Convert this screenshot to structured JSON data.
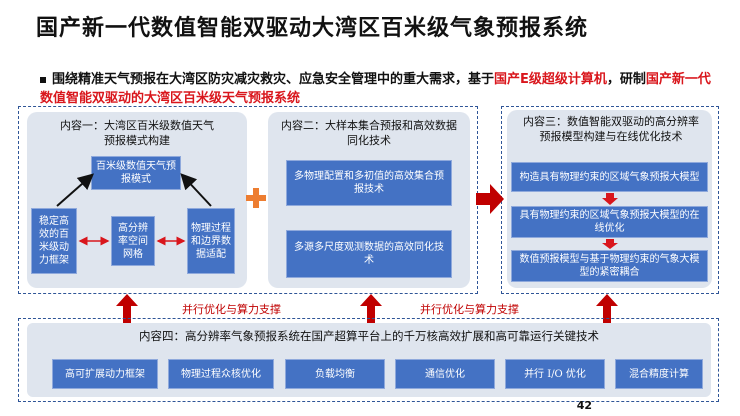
{
  "title": "国产新一代数值智能双驱动大湾区百米级气象预报系统",
  "intro": {
    "part1": "围绕精准天气预报在大湾区防灾减灾救灾、应急安全管理中的重大需求，基于",
    "part2_red": "国产E级超级计算机",
    "part3": "，研制",
    "part4_red": "国产新一代数值智能双驱动的大湾区百米级天气预报系统"
  },
  "panel1": {
    "title": "内容一：大湾区百米级数值天气预报模式构建",
    "top_box": "百米级数值天气预报模式",
    "left_box": "稳定高效的百米级动力框架",
    "mid_box": "高分辨率空间网格",
    "right_box": "物理过程和边界数据适配"
  },
  "panel2": {
    "title": "内容二：大样本集合预报和高效数据同化技术",
    "box1": "多物理配置和多初值的高效集合预报技术",
    "box2": "多源多尺度观测数据的高效同化技术"
  },
  "panel3": {
    "title": "内容三：数值智能双驱动的高分辨率预报模型构建与在线优化技术",
    "box1": "构造具有物理约束的区域气象预报大模型",
    "box2": "具有物理约束的区域气象预报大模型的在线优化",
    "box3": "数值预报模型与基于物理约束的气象大模型的紧密耦合"
  },
  "support_label_left": "并行优化与算力支撑",
  "support_label_right": "并行优化与算力支撑",
  "panel4": {
    "title": "内容四：高分辨率气象预报系统在国产超算平台上的千万核高效扩展和高可靠运行关键技术",
    "items": [
      "高可扩展动力框架",
      "物理过程众核优化",
      "负载均衡",
      "通信优化",
      "并行 I/O 优化",
      "混合精度计算"
    ]
  },
  "page_number": "42",
  "colors": {
    "red": "#d9161c",
    "blue_box": "#4472c4",
    "panel_bg": "#dfe5ee",
    "dash": "#2f5597",
    "plus": "#ed7d31",
    "arrow_dark_red": "#c00000"
  }
}
